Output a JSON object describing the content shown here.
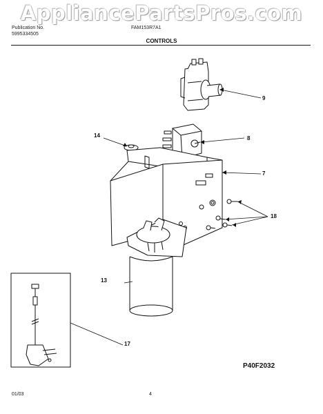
{
  "watermark": "AppliancePartsPros.com",
  "header": {
    "publication_label": "Publication No.",
    "publication_number": "5995334505",
    "model_label": "FAM153R7A1",
    "section_title": "CONTROLS"
  },
  "callouts": {
    "p7": "7",
    "p8": "8",
    "p9": "9",
    "p13": "13",
    "p14": "14",
    "p17": "17",
    "p18": "18"
  },
  "diagram_code": "P40F2032",
  "footer": {
    "date": "01/03",
    "page": "4"
  }
}
